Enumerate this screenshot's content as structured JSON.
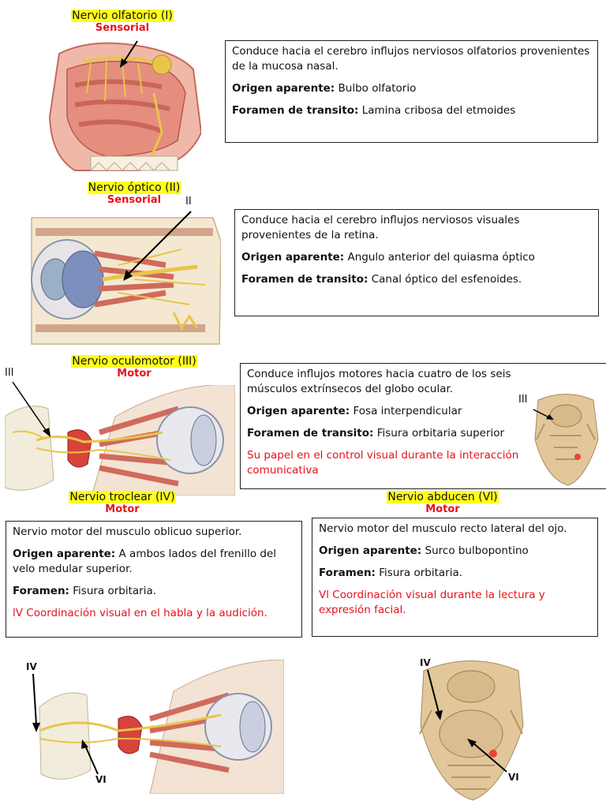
{
  "sections": {
    "olfatorio": {
      "name": "Nervio olfatorio (I)",
      "type": "Sensorial",
      "description": "Conduce hacia el cerebro influjos nerviosos olfatorios provenientes de la mucosa nasal.",
      "origin_label": "Origen aparente:",
      "origin_value": "Bulbo olfatorio",
      "foramen_label": "Foramen de transito:",
      "foramen_value": "Lamina cribosa del etmoides"
    },
    "optico": {
      "name": "Nervio óptico (II)",
      "type": "Sensorial",
      "marker": "II",
      "description": "Conduce hacia el cerebro influjos nerviosos visuales provenientes de la retina.",
      "origin_label": "Origen aparente:",
      "origin_value": "Angulo anterior del quiasma óptico",
      "foramen_label": "Foramen de transito:",
      "foramen_value": "Canal óptico del esfenoides."
    },
    "oculomotor": {
      "name": "Nervio oculomotor (III)",
      "type": "Motor",
      "marker": "III",
      "marker_brainstem": "III",
      "description": "Conduce influjos motores hacia cuatro de los seis músculos extrínsecos del globo ocular.",
      "origin_label": "Origen aparente:",
      "origin_value": "Fosa interpendicular",
      "foramen_label": "Foramen de transito:",
      "foramen_value": "Fisura orbitaria superior",
      "note": "Su papel en el control visual durante la interacción comunicativa"
    },
    "troclear": {
      "name": "Nervio troclear (IV)",
      "type": "Motor",
      "description": "Nervio motor del musculo oblicuo superior.",
      "origin_label": "Origen aparente:",
      "origin_value": "A ambos lados del frenillo del velo medular superior.",
      "foramen_label": "Foramen:",
      "foramen_value": "Fisura orbitaria.",
      "note": "lV Coordinación visual en el habla y la audición."
    },
    "abducen": {
      "name": "Nervio abducen (Vl)",
      "type": "Motor",
      "description": "Nervio motor del musculo recto lateral del ojo.",
      "origin_label": "Origen aparente:",
      "origin_value": "Surco bulbopontino",
      "foramen_label": "Foramen:",
      "foramen_value": "Fisura orbitaria.",
      "note": "Vl Coordinación visual durante la lectura y expresión facial."
    }
  },
  "figure_labels": {
    "orbit_iv": "IV",
    "orbit_vi": "VI",
    "brainstem_iv": "IV",
    "brainstem_vi": "VI"
  },
  "colors": {
    "highlight": "#ffff1a",
    "accent_red": "#e8101a",
    "nerve_yellow": "#e8c54a",
    "tissue_pink": "#e89a8c",
    "bone": "#e9d7b4",
    "brainstem": "#e2c79b"
  }
}
